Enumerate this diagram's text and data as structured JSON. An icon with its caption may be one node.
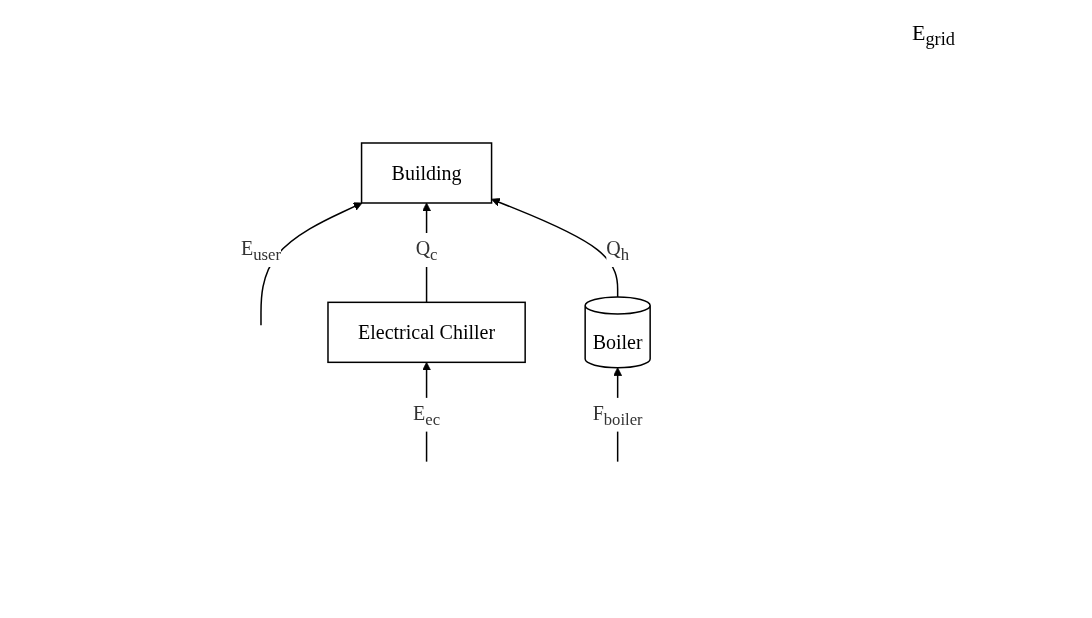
{
  "diagram": {
    "nodes": [
      {
        "text": [
          "Building"
        ]
      },
      {
        "text": [
          "Electrical Chiller"
        ]
      },
      {
        "text": [
          "Boiler"
        ]
      }
    ],
    "edges": [
      {
        "from": null,
        "to": 0,
        "arrow": "to",
        "label": "E$_{user}$"
      },
      {
        "from": null,
        "to": 1,
        "arrow": "to",
        "label": "E$_{ec}$"
      },
      {
        "from": 1,
        "to": 0,
        "arrow": "to",
        "label": "Q$_{c}$"
      },
      {
        "from": 2,
        "to": 0,
        "arrow": "to",
        "label": "Q$_{h}$"
      },
      {
        "from": null,
        "to": 2,
        "arrow": "to",
        "label": "F$_{boiler}$"
      }
    ],
    "labels": [
      "E$_{grid}$"
    ]
  }
}
